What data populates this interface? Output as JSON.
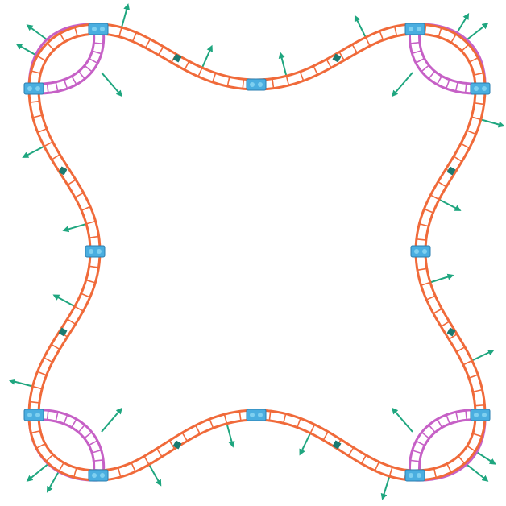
{
  "diagram": {
    "colors": {
      "background": "#ffffff",
      "main_track": "#f06a3a",
      "corner_track": "#c660c6",
      "arrow": "#1fa67f",
      "node_tile": "#4aaee0",
      "node_dark": "#1b7a70"
    },
    "main_loop": {
      "track_label": "main-loop-track",
      "rung_count": 120
    },
    "corner_loops": {
      "count": 4,
      "track_label": "corner-loop-track",
      "rung_count_each": 22
    },
    "arrows": {
      "outward_count": 20,
      "corner_count": 8
    },
    "junction_count": 12,
    "small_node_count": 8
  }
}
